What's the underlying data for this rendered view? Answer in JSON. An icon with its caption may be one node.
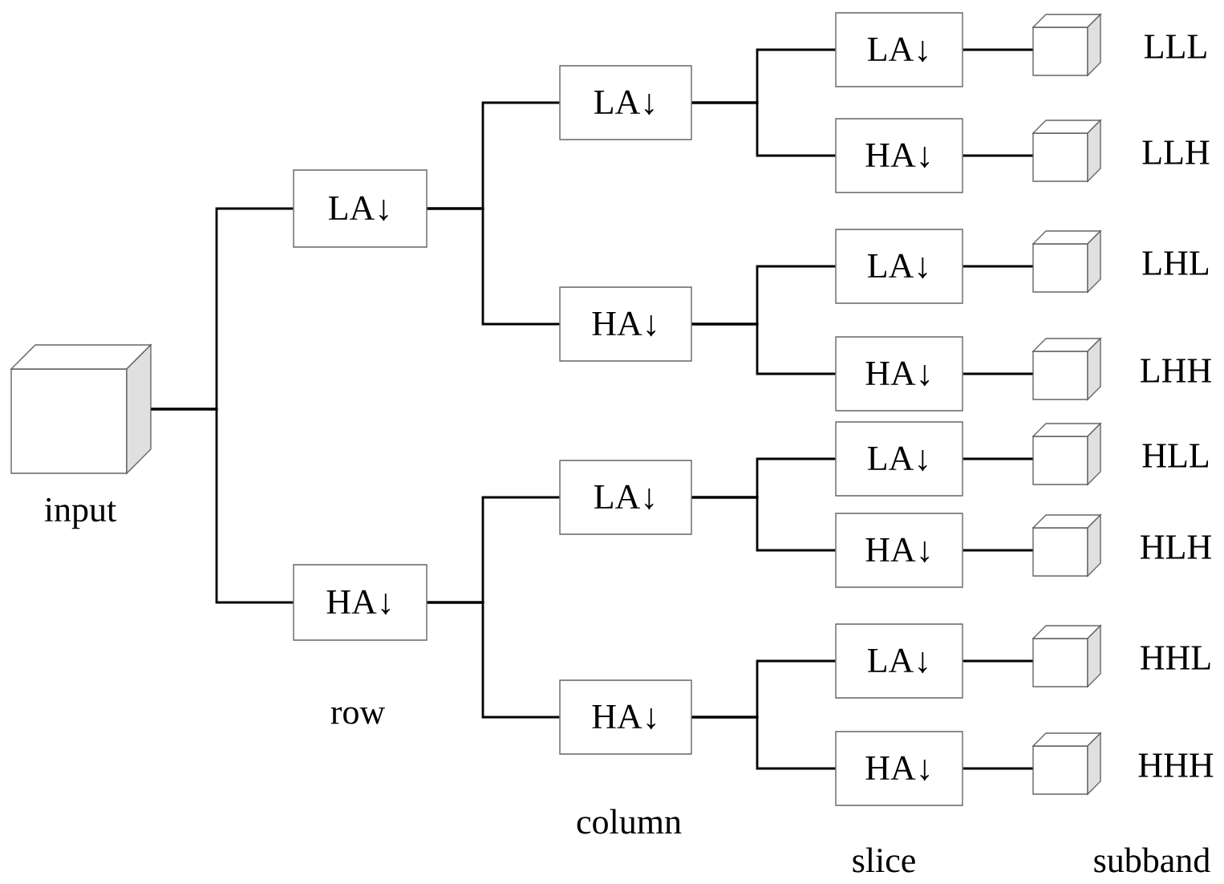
{
  "diagram": {
    "nodes": [
      {
        "text": [],
        "shape": "cube",
        "beside": [
          "input"
        ]
      },
      {
        "text": [
          "LA↓"
        ]
      },
      {
        "text": [
          "HA↓"
        ]
      },
      {
        "text": [
          "LA↓"
        ]
      },
      {
        "text": [
          "HA↓"
        ]
      },
      {
        "text": [
          "LA↓"
        ]
      },
      {
        "text": [
          "HA↓"
        ]
      },
      {
        "text": [
          "LA↓"
        ]
      },
      {
        "text": [
          "HA↓"
        ]
      },
      {
        "text": [
          "LA↓"
        ]
      },
      {
        "text": [
          "HA↓"
        ]
      },
      {
        "text": [
          "LA↓"
        ]
      },
      {
        "text": [
          "HA↓"
        ]
      },
      {
        "text": [
          "LA↓"
        ]
      },
      {
        "text": [
          "HA↓"
        ]
      },
      {
        "text": [],
        "shape": "cube",
        "beside": [
          "LLL"
        ]
      },
      {
        "text": [],
        "shape": "cube",
        "beside": [
          "LLH"
        ]
      },
      {
        "text": [],
        "shape": "cube",
        "beside": [
          "LHL"
        ]
      },
      {
        "text": [],
        "shape": "cube",
        "beside": [
          "LHH"
        ]
      },
      {
        "text": [],
        "shape": "cube",
        "beside": [
          "HLL"
        ]
      },
      {
        "text": [],
        "shape": "cube",
        "beside": [
          "HLH"
        ]
      },
      {
        "text": [],
        "shape": "cube",
        "beside": [
          "HHL"
        ]
      },
      {
        "text": [],
        "shape": "cube",
        "beside": [
          "HHH"
        ]
      }
    ],
    "edges": [
      {
        "from": 0,
        "to": 1,
        "arrow": "none"
      },
      {
        "from": 0,
        "to": 2,
        "arrow": "none"
      },
      {
        "from": 1,
        "to": 3,
        "arrow": "none"
      },
      {
        "from": 1,
        "to": 4,
        "arrow": "none"
      },
      {
        "from": 2,
        "to": 5,
        "arrow": "none"
      },
      {
        "from": 2,
        "to": 6,
        "arrow": "none"
      },
      {
        "from": 3,
        "to": 7,
        "arrow": "none"
      },
      {
        "from": 3,
        "to": 8,
        "arrow": "none"
      },
      {
        "from": 4,
        "to": 9,
        "arrow": "none"
      },
      {
        "from": 4,
        "to": 10,
        "arrow": "none"
      },
      {
        "from": 5,
        "to": 11,
        "arrow": "none"
      },
      {
        "from": 5,
        "to": 12,
        "arrow": "none"
      },
      {
        "from": 6,
        "to": 13,
        "arrow": "none"
      },
      {
        "from": 6,
        "to": 14,
        "arrow": "none"
      },
      {
        "from": 7,
        "to": 15,
        "arrow": "none"
      },
      {
        "from": 8,
        "to": 16,
        "arrow": "none"
      },
      {
        "from": 9,
        "to": 17,
        "arrow": "none"
      },
      {
        "from": 10,
        "to": 18,
        "arrow": "none"
      },
      {
        "from": 11,
        "to": 19,
        "arrow": "none"
      },
      {
        "from": 12,
        "to": 20,
        "arrow": "none"
      },
      {
        "from": 13,
        "to": 21,
        "arrow": "none"
      },
      {
        "from": 14,
        "to": 22,
        "arrow": "none"
      }
    ],
    "labels": [
      "row",
      "column",
      "slice",
      "subband"
    ]
  }
}
